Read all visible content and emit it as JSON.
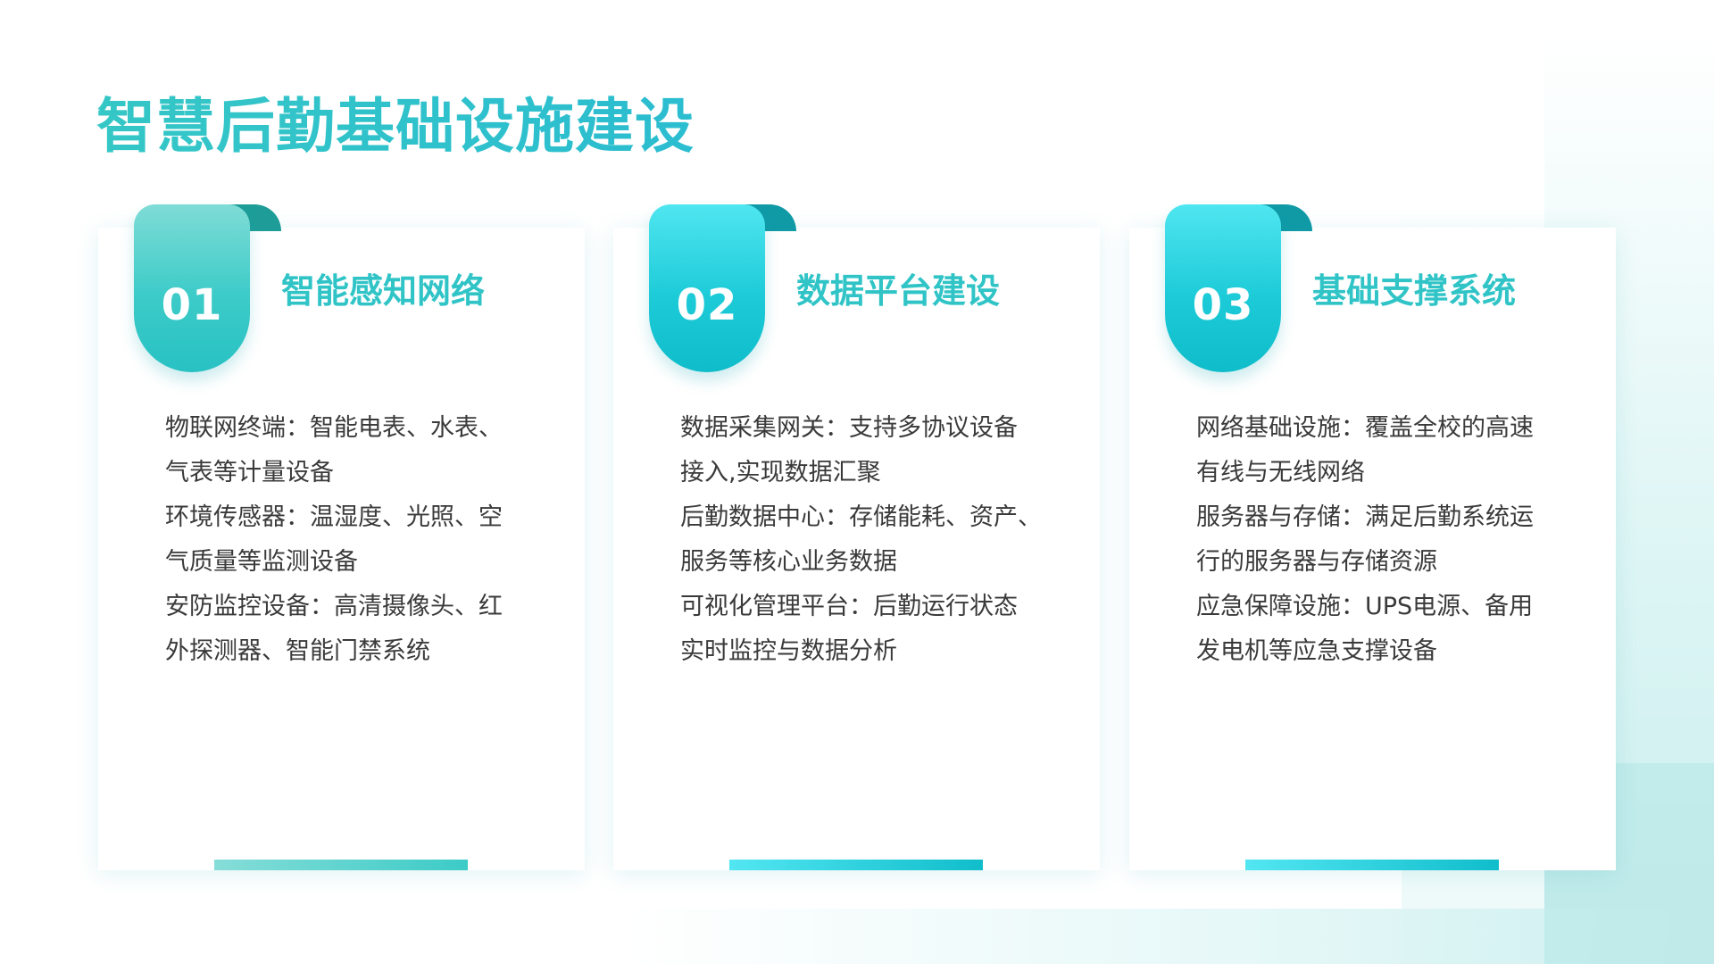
{
  "page": {
    "title": "智慧后勤基础设施建设"
  },
  "colors": {
    "accent": "#36c6c9",
    "text": "#3a3a3a"
  },
  "cards": [
    {
      "number": "01",
      "title": "智能感知网络",
      "lines": [
        "物联网终端：智能电表、水表、",
        "气表等计量设备",
        "环境传感器：温湿度、光照、空",
        "气质量等监测设备",
        "安防监控设备：高清摄像头、红",
        "外探测器、智能门禁系统"
      ]
    },
    {
      "number": "02",
      "title": "数据平台建设",
      "lines": [
        "数据采集网关：支持多协议设备",
        "接入,实现数据汇聚",
        "后勤数据中心：存储能耗、资产、",
        "服务等核心业务数据",
        "可视化管理平台：后勤运行状态",
        "实时监控与数据分析"
      ]
    },
    {
      "number": "03",
      "title": "基础支撑系统",
      "lines": [
        "网络基础设施：覆盖全校的高速",
        "有线与无线网络",
        "服务器与存储：满足后勤系统运",
        "行的服务器与存储资源",
        "应急保障设施：UPS电源、备用",
        "发电机等应急支撑设备"
      ]
    }
  ]
}
